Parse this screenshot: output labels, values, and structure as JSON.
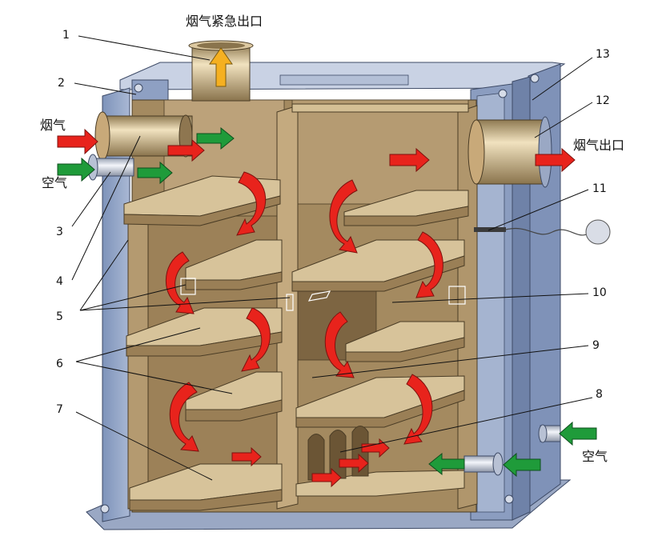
{
  "labels": {
    "top_outlet": "烟气紧急出口",
    "flue_gas_in": "烟气",
    "air_in_left": "空气",
    "flue_gas_out": "烟气出口",
    "air_in_right": "空气"
  },
  "callouts": [
    "1",
    "2",
    "3",
    "4",
    "5",
    "6",
    "7",
    "8",
    "9",
    "10",
    "11",
    "12",
    "13"
  ],
  "colors": {
    "flue_gas_arrow": "#e8231c",
    "air_arrow": "#1f9b3a",
    "emergency_arrow": "#f5b021",
    "baffle": "#c8b28a",
    "frame": "#8fa2c4",
    "inner_wall": "#b89f74"
  },
  "icons": [
    "flue-gas-flow-arrow",
    "air-flow-arrow",
    "curved-flow-arrow",
    "emergency-exhaust-arrow"
  ]
}
